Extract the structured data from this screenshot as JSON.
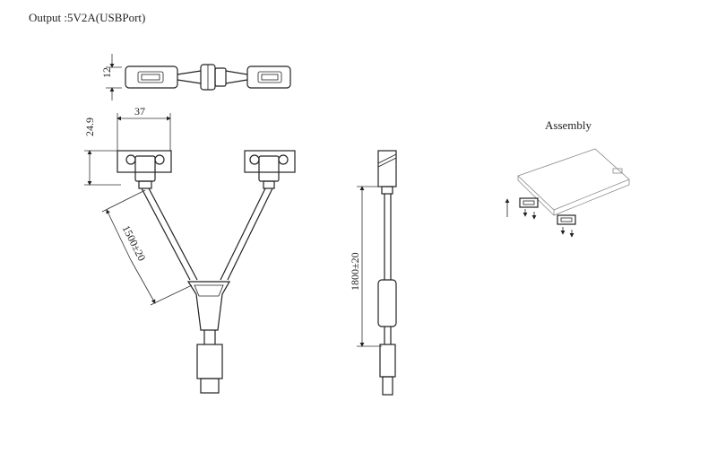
{
  "header": {
    "output_label": "Output :5V2A(USBPort)"
  },
  "top_view": {
    "dim_height": "12"
  },
  "front_view": {
    "dim_width": "37",
    "dim_height": "24.9",
    "dim_branch_length": "1500±20"
  },
  "side_view": {
    "dim_total_length": "1800±20"
  },
  "assembly": {
    "title": "Assembly"
  }
}
